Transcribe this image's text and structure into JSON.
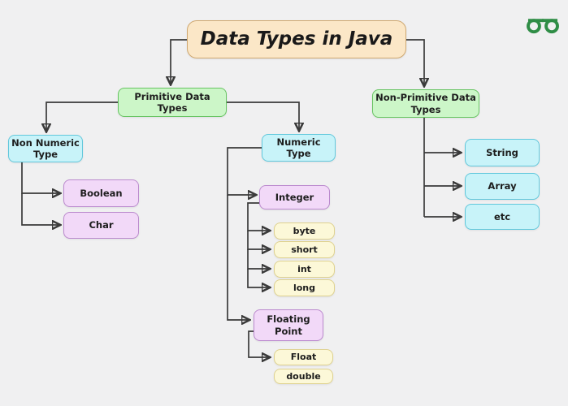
{
  "page": {
    "background": "#F0F0F1"
  },
  "logo": {
    "name": "GeeksforGeeks",
    "color": "#2F8D46"
  },
  "palette": {
    "title_fill": "#FBE7C7",
    "title_border": "#CFA870",
    "green_fill": "#CCF6C8",
    "green_border": "#67C462",
    "cyan_fill": "#C8F3F9",
    "cyan_border": "#62C8DC",
    "purple_fill": "#F2D9F8",
    "purple_border": "#BB8ACE",
    "yellow_fill": "#FCF8D8",
    "yellow_border": "#DFD28F",
    "edge_color": "#3A3A3A",
    "text_color": "#1D1D1D"
  },
  "diagram": {
    "title": "Data Types in Java",
    "nodes": {
      "primitive": {
        "label": "Primitive Data\nTypes"
      },
      "nonPrimitive": {
        "label": "Non-Primitive Data\nTypes"
      },
      "nonNumeric": {
        "label": "Non Numeric\nType"
      },
      "numeric": {
        "label": "Numeric\nType"
      },
      "boolean": {
        "label": "Boolean"
      },
      "char": {
        "label": "Char"
      },
      "integer": {
        "label": "Integer"
      },
      "byte": {
        "label": "byte"
      },
      "short": {
        "label": "short"
      },
      "int": {
        "label": "int"
      },
      "long": {
        "label": "long"
      },
      "floatingPoint": {
        "label": "Floating Point"
      },
      "float": {
        "label": "Float"
      },
      "double": {
        "label": "double"
      },
      "string": {
        "label": "String"
      },
      "array": {
        "label": "Array"
      },
      "etc": {
        "label": "etc"
      }
    }
  }
}
